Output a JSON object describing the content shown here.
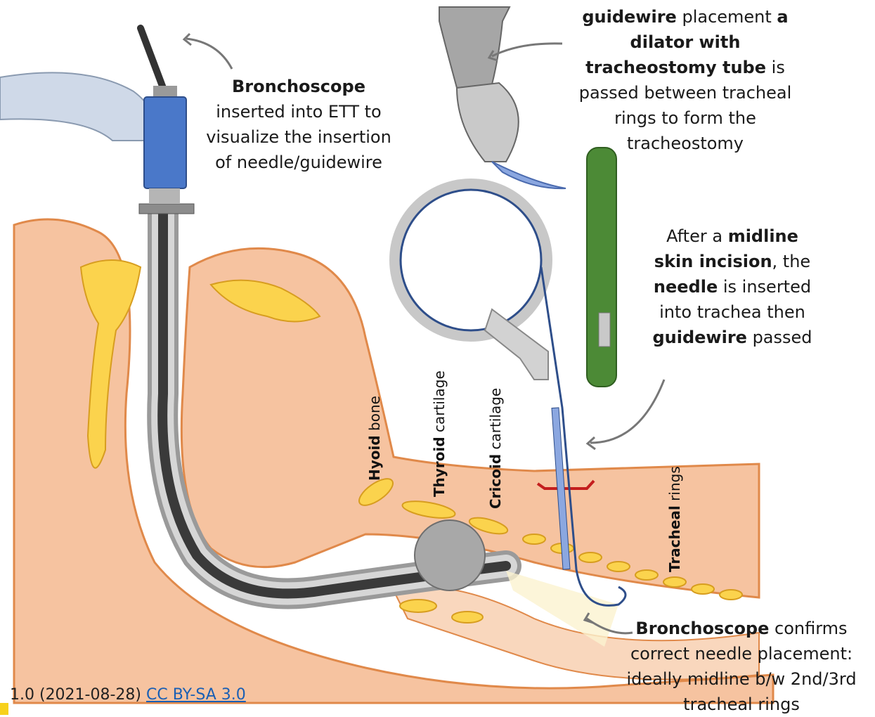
{
  "labels": {
    "bronchoscope_top": {
      "bold": "Bronchoscope",
      "rest": "inserted into ETT to visualize the insertion of needle/guidewire"
    },
    "dilator": {
      "bold1": "guidewire",
      "text1": " placement ",
      "bold2": "a dilator with tracheostomy tube",
      "text2": " is passed between tracheal rings to form the tracheostomy"
    },
    "incision": {
      "text1": "After a ",
      "bold1": "midline skin incision",
      "text2": ", the ",
      "bold2": "needle",
      "text3": " is inserted into trachea then ",
      "bold3": "guidewire",
      "text4": " passed"
    },
    "confirm": {
      "bold": "Bronchoscope",
      "rest1": " confirms correct needle placement:",
      "rest2": "ideally midline b/w 2nd/3rd tracheal rings"
    },
    "hyoid": {
      "bold": "Hyoid",
      "rest": " bone"
    },
    "thyroid": {
      "bold": "Thyroid",
      "rest": " cartilage"
    },
    "cricoid": {
      "bold": "Cricoid",
      "rest": " cartilage"
    },
    "tracheal": {
      "bold": "Tracheal",
      "rest": " rings"
    }
  },
  "footer": {
    "version": "1.0 (2021-08-28) ",
    "license": "CC BY-SA 3.0"
  },
  "colors": {
    "skin": "#f6c3a0",
    "skin_edge": "#e0894a",
    "bone": "#fbd34d",
    "scope_blue": "#4a78c9",
    "needle_green": "#4c8a36"
  }
}
